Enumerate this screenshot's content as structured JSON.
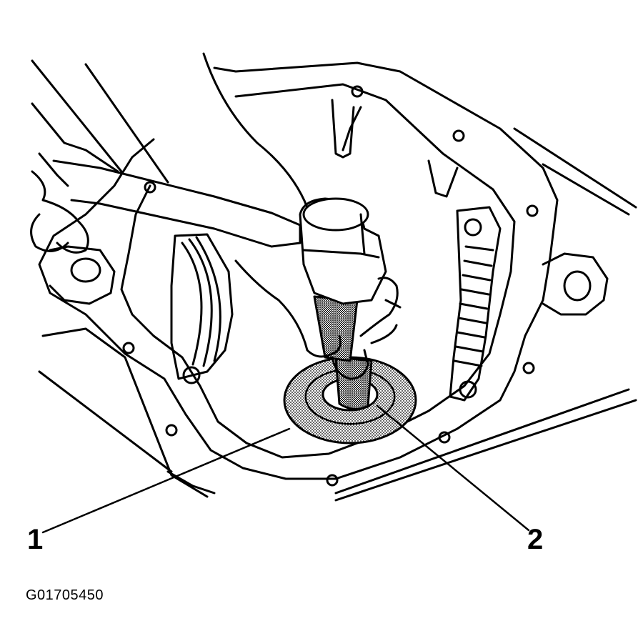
{
  "callouts": {
    "one": "1",
    "two": "2"
  },
  "figure_id": "G01705450",
  "colors": {
    "line": "#000000",
    "background": "#ffffff",
    "shading": "#555555"
  }
}
